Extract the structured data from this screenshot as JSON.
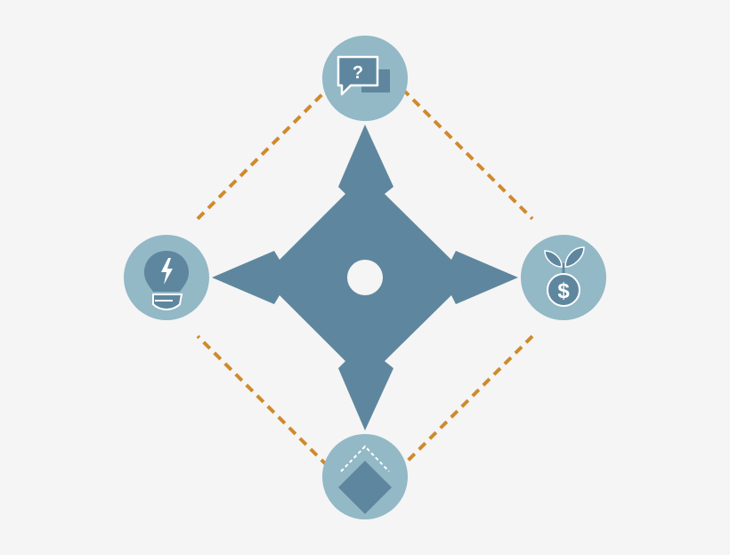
{
  "colors": {
    "background": "#f5f5f5",
    "star": "#5e879f",
    "node_fill": "#93b8c6",
    "icon_fill": "#5e879f",
    "connector": "#d08a2c",
    "white": "#ffffff"
  },
  "diagram": {
    "center_shape": "four-pointed-star-icon",
    "connector_style": "dashed",
    "nodes": [
      {
        "id": "top",
        "icon": "question-chat-icon",
        "glyph": "?"
      },
      {
        "id": "right",
        "icon": "money-plant-icon",
        "glyph": "$"
      },
      {
        "id": "bottom",
        "icon": "layers-diamond-icon",
        "glyph": ""
      },
      {
        "id": "left",
        "icon": "lightbulb-bolt-icon",
        "glyph": ""
      }
    ]
  }
}
